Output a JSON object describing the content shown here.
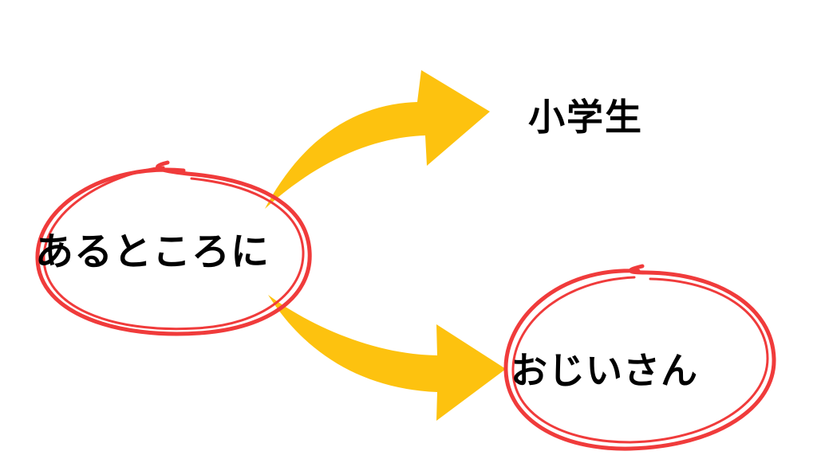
{
  "nodes": {
    "source": {
      "text": "あるところに",
      "circled": true
    },
    "target_top": {
      "text": "小学生",
      "circled": false
    },
    "target_bottom": {
      "text": "おじいさん",
      "circled": true
    }
  },
  "colors": {
    "background": "#ffffff",
    "arrow": "#FDC20F",
    "circle": "#F03B3B",
    "text": "#000000"
  },
  "edges": [
    {
      "from": "source",
      "to": "target_top"
    },
    {
      "from": "source",
      "to": "target_bottom"
    }
  ]
}
